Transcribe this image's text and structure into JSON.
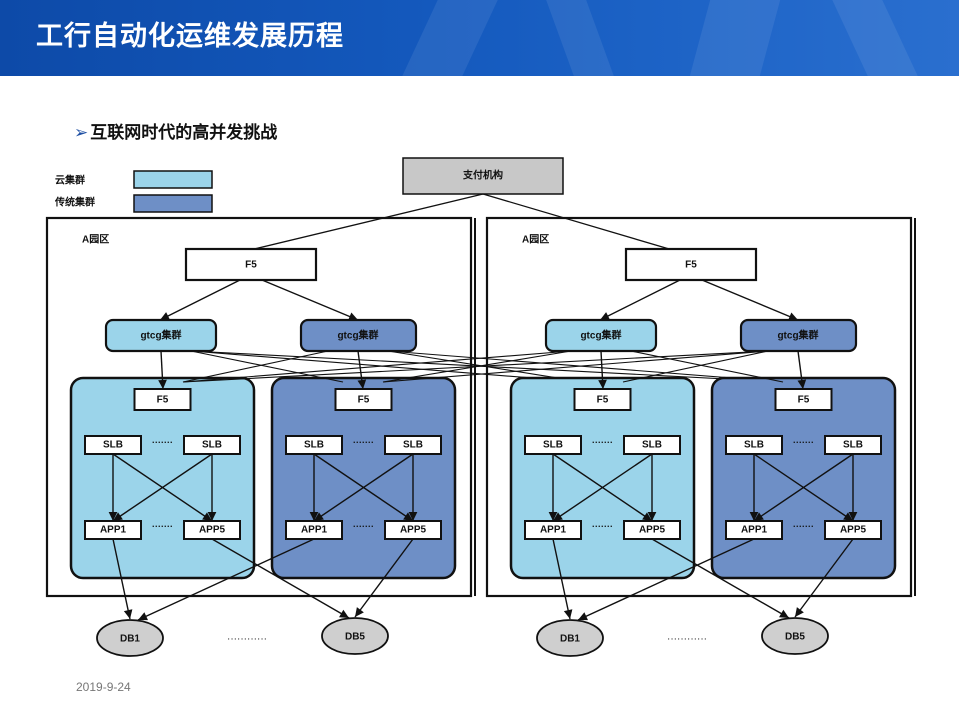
{
  "header": {
    "title": "工行自动化运维发展历程"
  },
  "subtitle": {
    "bullet": "➢",
    "text": "互联网时代的高并发挑战"
  },
  "legend": [
    {
      "label": "云集群",
      "color": "#9bd4ea"
    },
    {
      "label": "传统集群",
      "color": "#6e8fc6"
    }
  ],
  "diagram": {
    "payment_node": "支付机构",
    "parks": [
      {
        "label": "A园区",
        "f5": "F5",
        "gtcg_left": "gtcg集群",
        "gtcg_right": "gtcg集群",
        "clusters": [
          {
            "kind": "cloud",
            "f5": "F5",
            "slb_left": "SLB",
            "slb_right": "SLB",
            "app_left": "APP1",
            "app_right": "APP5",
            "dots": "·······"
          },
          {
            "kind": "traditional",
            "f5": "F5",
            "slb_left": "SLB",
            "slb_right": "SLB",
            "app_left": "APP1",
            "app_right": "APP5",
            "dots": "·······"
          }
        ],
        "db_left": "DB1",
        "db_right": "DB5",
        "db_dots": "············"
      },
      {
        "label": "A园区",
        "f5": "F5",
        "gtcg_left": "gtcg集群",
        "gtcg_right": "gtcg集群",
        "clusters": [
          {
            "kind": "cloud",
            "f5": "F5",
            "slb_left": "SLB",
            "slb_right": "SLB",
            "app_left": "APP1",
            "app_right": "APP5",
            "dots": "·······"
          },
          {
            "kind": "traditional",
            "f5": "F5",
            "slb_left": "SLB",
            "slb_right": "SLB",
            "app_left": "APP1",
            "app_right": "APP5",
            "dots": "·······"
          }
        ],
        "db_left": "DB1",
        "db_right": "DB5",
        "db_dots": "············"
      }
    ]
  },
  "colors": {
    "cloud": "#9bd4ea",
    "traditional": "#6e8fc6",
    "db": "#cfcfcf",
    "payment": "#c8c8c8"
  },
  "footer": {
    "date": "2019-9-24"
  }
}
